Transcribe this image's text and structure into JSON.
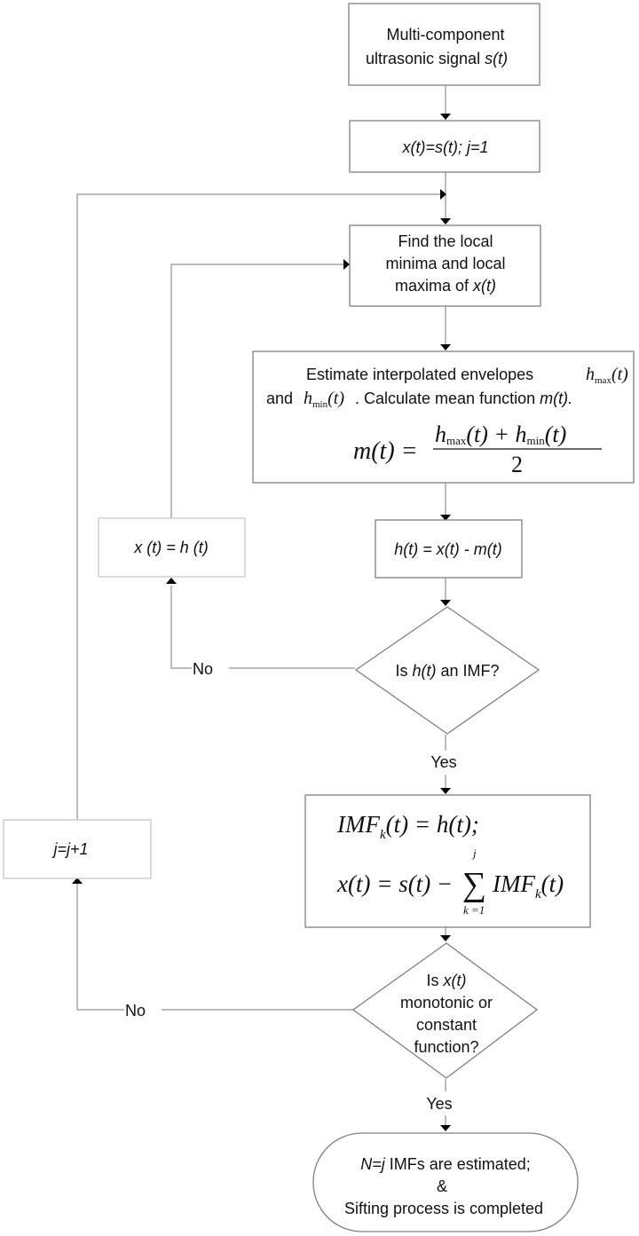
{
  "diagram": {
    "title": "EMD sifting process flowchart",
    "nodes": {
      "start": {
        "lines": [
          "Multi-component",
          "ultrasonic signal"
        ],
        "var": "s(t)"
      },
      "init": {
        "text": "x(t)=s(t); j=1"
      },
      "find_extrema": {
        "lines": [
          "Find the local",
          "minima and local",
          "maxima of"
        ],
        "var": "x(t)"
      },
      "envelopes": {
        "line1": "Estimate interpolated envelopes",
        "hmax": "h",
        "hmax_sub": "max",
        "hmax_arg": "(t)",
        "line2_prefix": "and",
        "hmin": "h",
        "hmin_sub": "min",
        "hmin_arg": "(t)",
        "line2_suffix": ". Calculate mean function",
        "mean_var": "m(t).",
        "formula_lhs": "m(t) =",
        "formula_num": "h",
        "formula_num_sub1": "max",
        "formula_num_mid": "(t) + h",
        "formula_num_sub2": "min",
        "formula_num_end": "(t)",
        "formula_den": "2"
      },
      "update_x": {
        "text": "x (t) = h (t)"
      },
      "compute_h": {
        "text": "h(t) = x(t) - m(t)"
      },
      "is_imf": {
        "prefix": "Is",
        "var": "h(t)",
        "suffix": "an IMF?"
      },
      "imf_assign": {
        "line1": "IMF",
        "line1_sub": "k",
        "line1_rest": "(t) = h(t);",
        "line2_lhs": "x(t) = s(t) −",
        "sum_sym": "∑",
        "sum_upper": "j",
        "sum_lower": "k =1",
        "line2_rhs": "IMF",
        "line2_rhs_sub": "k",
        "line2_rhs_end": "(t)"
      },
      "increment_j": {
        "text": "j=j+1"
      },
      "is_monotonic": {
        "lines": [
          "Is",
          "monotonic or",
          "constant",
          "function?"
        ],
        "var": "x(t)"
      },
      "end": {
        "line1_var": "N=j",
        "line1_rest": "IMFs are estimated;",
        "line2": "&",
        "line3": "Sifting process is completed"
      }
    },
    "edge_labels": {
      "imf_no": "No",
      "imf_yes": "Yes",
      "mono_no": "No",
      "mono_yes": "Yes"
    }
  }
}
